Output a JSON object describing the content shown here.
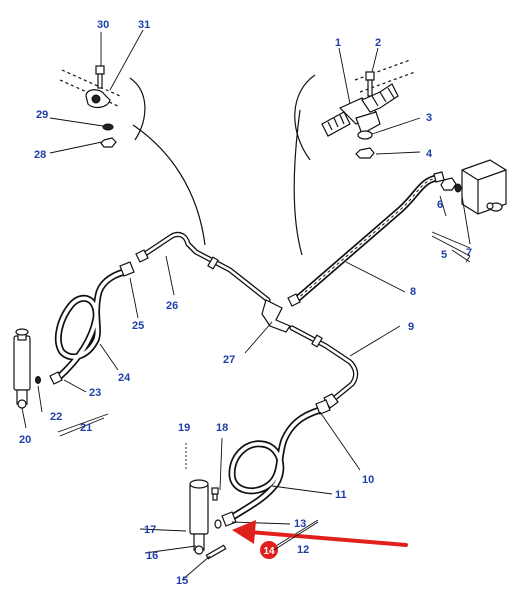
{
  "labels": {
    "l1": "1",
    "l2": "2",
    "l3": "3",
    "l4": "4",
    "l5": "5",
    "l6": "6",
    "l7": "7",
    "l8": "8",
    "l9": "9",
    "l10": "10",
    "l11": "11",
    "l12": "12",
    "l13": "13",
    "l15": "15",
    "l16": "16",
    "l17": "17",
    "l18": "18",
    "l19": "19",
    "l20": "20",
    "l21": "21",
    "l22": "22",
    "l23": "23",
    "l24": "24",
    "l25": "25",
    "l26": "26",
    "l27": "27",
    "l28": "28",
    "l29": "29",
    "l30": "30",
    "l31": "31"
  },
  "highlight": {
    "number": "14",
    "color": "#e0201c"
  },
  "colors": {
    "label": "#1f3fa8",
    "line": "#111111"
  }
}
